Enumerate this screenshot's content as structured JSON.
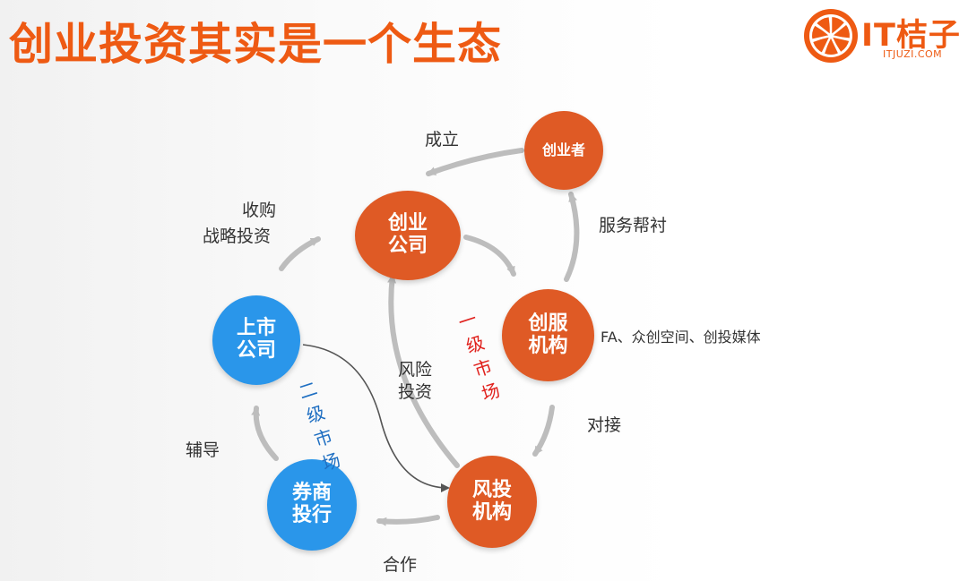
{
  "title": "创业投资其实是一个生态",
  "logo": {
    "brand": "IT桔子",
    "url": "ITJUZI.COM"
  },
  "colors": {
    "title": "#ee5a13",
    "orange_node": "#df5a25",
    "blue_node": "#2a96ea",
    "arrow": "#bdbdbd",
    "primary_market_text": "#e0201c",
    "secondary_market_text": "#1f6fc2"
  },
  "nodes": {
    "entrepreneur": "创业者",
    "startup": [
      "创业",
      "公司"
    ],
    "service": [
      "创服",
      "机构"
    ],
    "vc": [
      "风投",
      "机构"
    ],
    "securities": [
      "券商",
      "投行"
    ],
    "listed": [
      "上市",
      "公司"
    ]
  },
  "labels": {
    "establish": "成立",
    "acquire": "收购",
    "strategic": "战略投资",
    "service_support": "服务帮衬",
    "service_examples": "FA、众创空间、创投媒体",
    "docking": "对接",
    "risk": "风险",
    "invest": "投资",
    "coach": "辅导",
    "cooperate": "合作"
  },
  "markets": {
    "primary": [
      "一",
      "级",
      "市",
      "场"
    ],
    "secondary": [
      "二",
      "级",
      "市",
      "场"
    ]
  }
}
